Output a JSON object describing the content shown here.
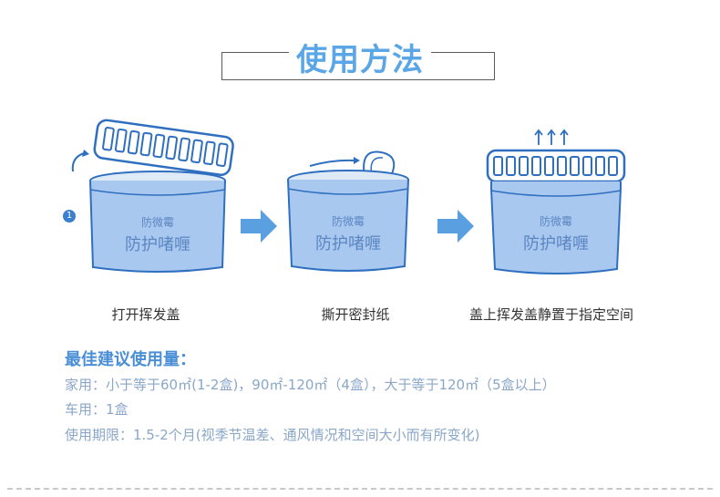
{
  "header": {
    "title": "使用方法"
  },
  "steps": [
    {
      "number": "1",
      "caption": "打开挥发盖",
      "label_small": "防微霉",
      "label_large": "防护啫喱",
      "arrow_icon": "rotate-arrow-icon"
    },
    {
      "caption": "撕开密封纸",
      "label_small": "防微霉",
      "label_large": "防护啫喱",
      "arrow_icon": "peel-arrow-icon"
    },
    {
      "caption": "盖上挥发盖静置于指定空间",
      "label_small": "防微霉",
      "label_large": "防护啫喱",
      "arrow_icon": "up-arrows-icon"
    }
  ],
  "recommendation": {
    "title": "最佳建议使用量：",
    "lines": [
      "家用：小于等于60㎡(1-2盒)，90㎡-120㎡（4盒），大于等于120㎡（5盒以上）",
      "车用：1盒",
      "使用期限：1.5-2个月(视季节温差、通风情况和空间大小而有所变化)"
    ]
  },
  "colors": {
    "accent": "#5aa6e6",
    "container_fill": "#a9c8f0",
    "outline": "#2f6fc0",
    "arrow": "#5a9fe0",
    "text_main": "#333333",
    "text_muted": "#8aa7c8"
  }
}
